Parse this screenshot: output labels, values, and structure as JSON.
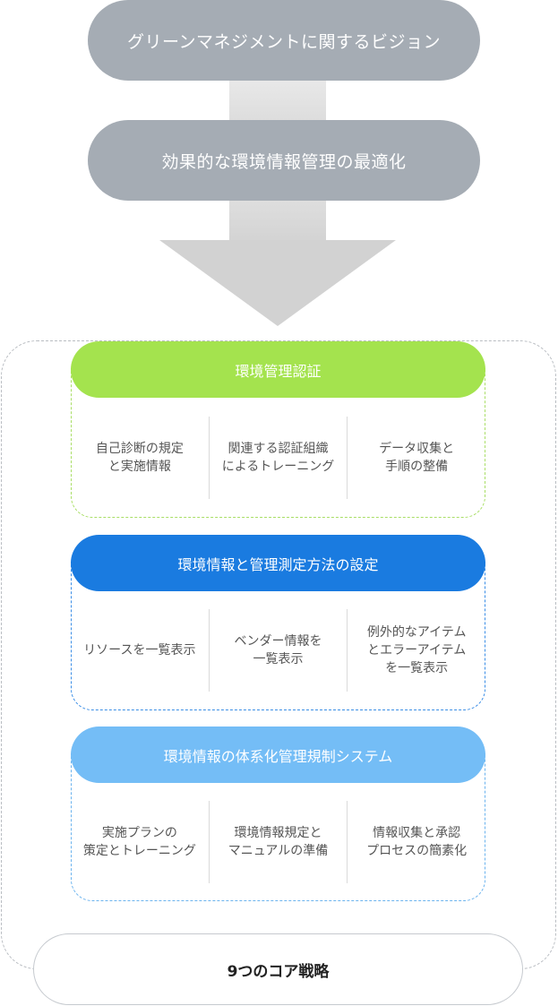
{
  "vision": "グリーンマネジメントに関するビジョン",
  "goal": "効果的な環境情報管理の最適化",
  "sections": [
    {
      "title": "環境管理認証",
      "items": [
        "自己診断の規定\nと実施情報",
        "関連する認証組織\nによるトレーニング",
        "データ収集と\n手順の整備"
      ]
    },
    {
      "title": "環境情報と管理測定方法の設定",
      "items": [
        "リソースを一覧表示",
        "ベンダー情報を\n一覧表示",
        "例外的なアイテム\nとエラーアイテム\nを一覧表示"
      ]
    },
    {
      "title": "環境情報の体系化管理規制システム",
      "items": [
        "実施プランの\n策定とトレーニング",
        "環境情報規定と\nマニュアルの準備",
        "情報収集と承認\nプロセスの簡素化"
      ]
    }
  ],
  "core": "9つのコア戦略"
}
